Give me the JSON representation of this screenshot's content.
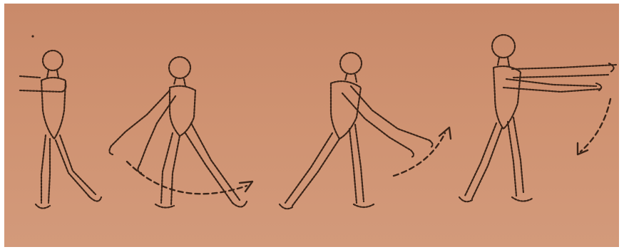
{
  "figure": {
    "panels": [
      {
        "name": "pose-1-standing"
      },
      {
        "name": "pose-2-arms-down-swing"
      },
      {
        "name": "pose-3-arms-swing-back"
      },
      {
        "name": "pose-4-arms-forward"
      }
    ],
    "colors": {
      "paper": "#cf9271",
      "ink": "#3a2418"
    }
  }
}
